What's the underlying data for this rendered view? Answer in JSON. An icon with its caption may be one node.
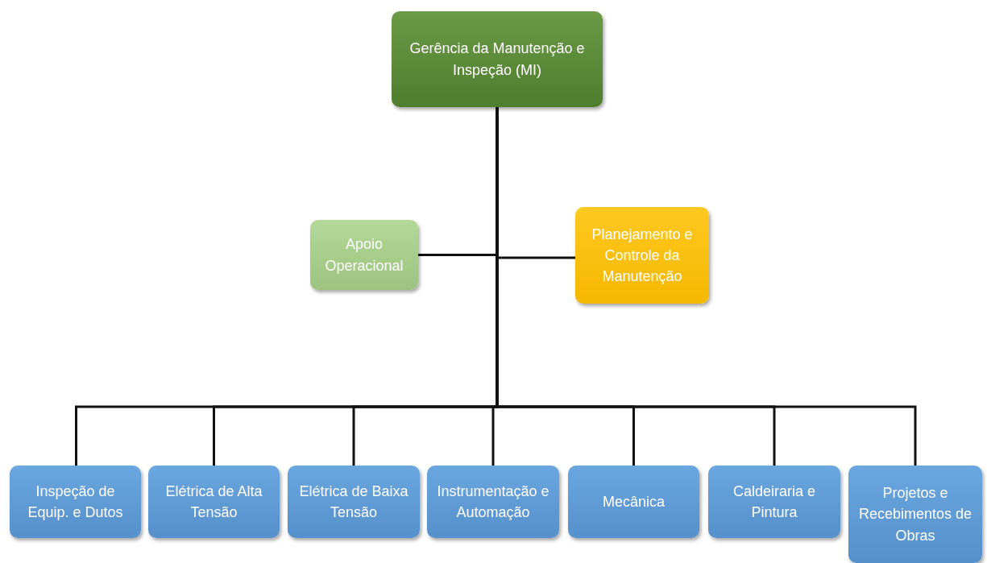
{
  "diagram": {
    "nodes": [
      {
        "text": [
          "Gerência da Manutenção e Inspeção (MI)"
        ]
      },
      {
        "text": [
          "Apoio Operacional"
        ]
      },
      {
        "text": [
          "Planejamento e Controle da Manutenção"
        ]
      },
      {
        "text": [
          "Inspeção de Equip. e Dutos"
        ]
      },
      {
        "text": [
          "Elétrica de Alta Tensão"
        ]
      },
      {
        "text": [
          "Elétrica de Baixa Tensão"
        ]
      },
      {
        "text": [
          "Instrumentação e Automação"
        ]
      },
      {
        "text": [
          "Mecânica"
        ]
      },
      {
        "text": [
          "Caldeiraria e Pintura"
        ]
      },
      {
        "text": [
          "Projetos e Recebimentos de Obras"
        ]
      }
    ],
    "edges": [
      {
        "from": 0,
        "to": 1,
        "arrow": "none"
      },
      {
        "from": 0,
        "to": 2,
        "arrow": "none"
      },
      {
        "from": 0,
        "to": 3,
        "arrow": "none"
      },
      {
        "from": 0,
        "to": 4,
        "arrow": "none"
      },
      {
        "from": 0,
        "to": 5,
        "arrow": "none"
      },
      {
        "from": 0,
        "to": 6,
        "arrow": "none"
      },
      {
        "from": 0,
        "to": 7,
        "arrow": "none"
      },
      {
        "from": 0,
        "to": 8,
        "arrow": "none"
      },
      {
        "from": 0,
        "to": 9,
        "arrow": "none"
      }
    ]
  }
}
